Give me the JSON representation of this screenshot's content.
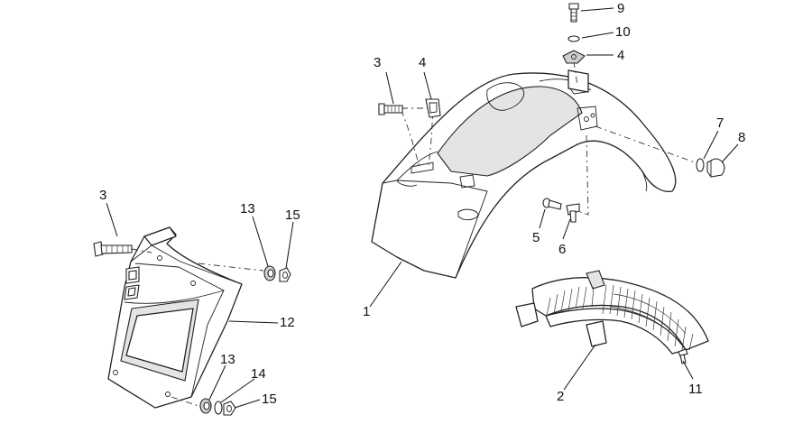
{
  "callouts": {
    "c1": "1",
    "c2": "2",
    "c3a": "3",
    "c3b": "3",
    "c4a": "4",
    "c4b": "4",
    "c5": "5",
    "c6": "6",
    "c7": "7",
    "c8": "8",
    "c9": "9",
    "c10": "10",
    "c11": "11",
    "c12": "12",
    "c13a": "13",
    "c13b": "13",
    "c14": "14",
    "c15a": "15",
    "c15b": "15"
  }
}
